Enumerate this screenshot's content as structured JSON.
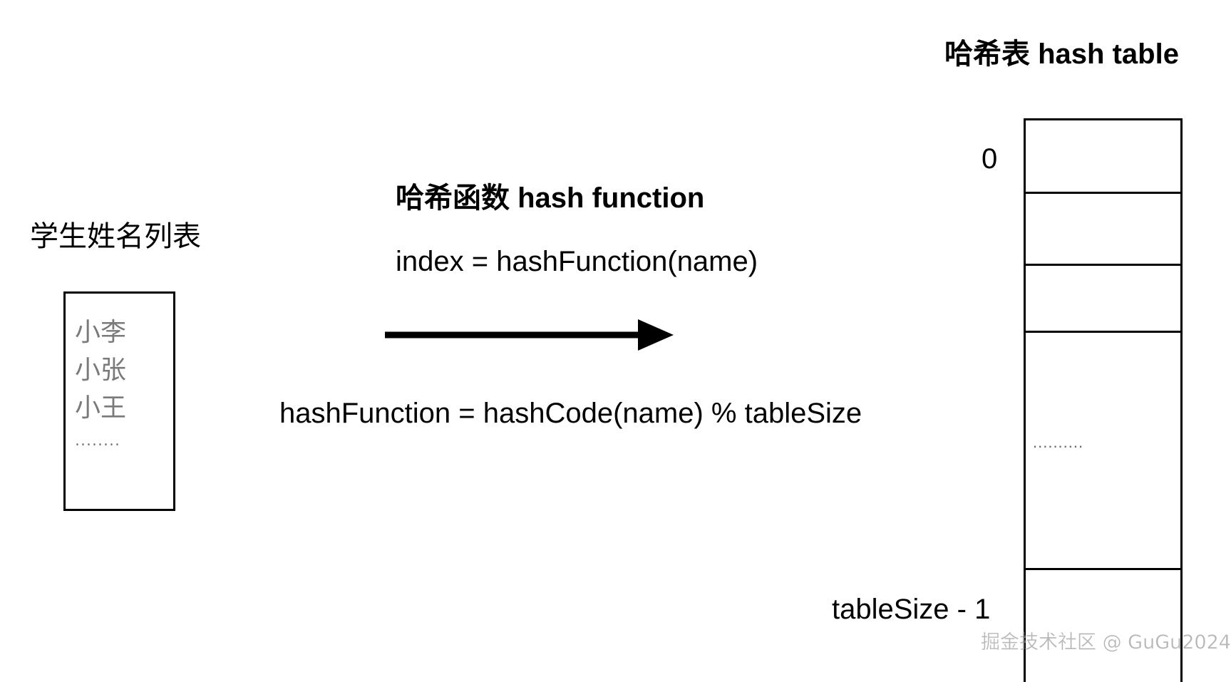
{
  "name_list": {
    "title": "学生姓名列表",
    "items": [
      "小李",
      "小张",
      "小王",
      "........"
    ]
  },
  "hash_function": {
    "title": "哈希函数 hash function",
    "index_formula": "index = hashFunction(name)",
    "function_formula": "hashFunction = hashCode(name) % tableSize"
  },
  "hash_table": {
    "title": "哈希表 hash table",
    "first_index": "0",
    "last_index": "tableSize - 1",
    "ellipsis": ".........."
  },
  "watermark": "掘金技术社区 @ GuGu2024",
  "colors": {
    "stroke": "#000000",
    "list_text": "#7a7a7a"
  }
}
